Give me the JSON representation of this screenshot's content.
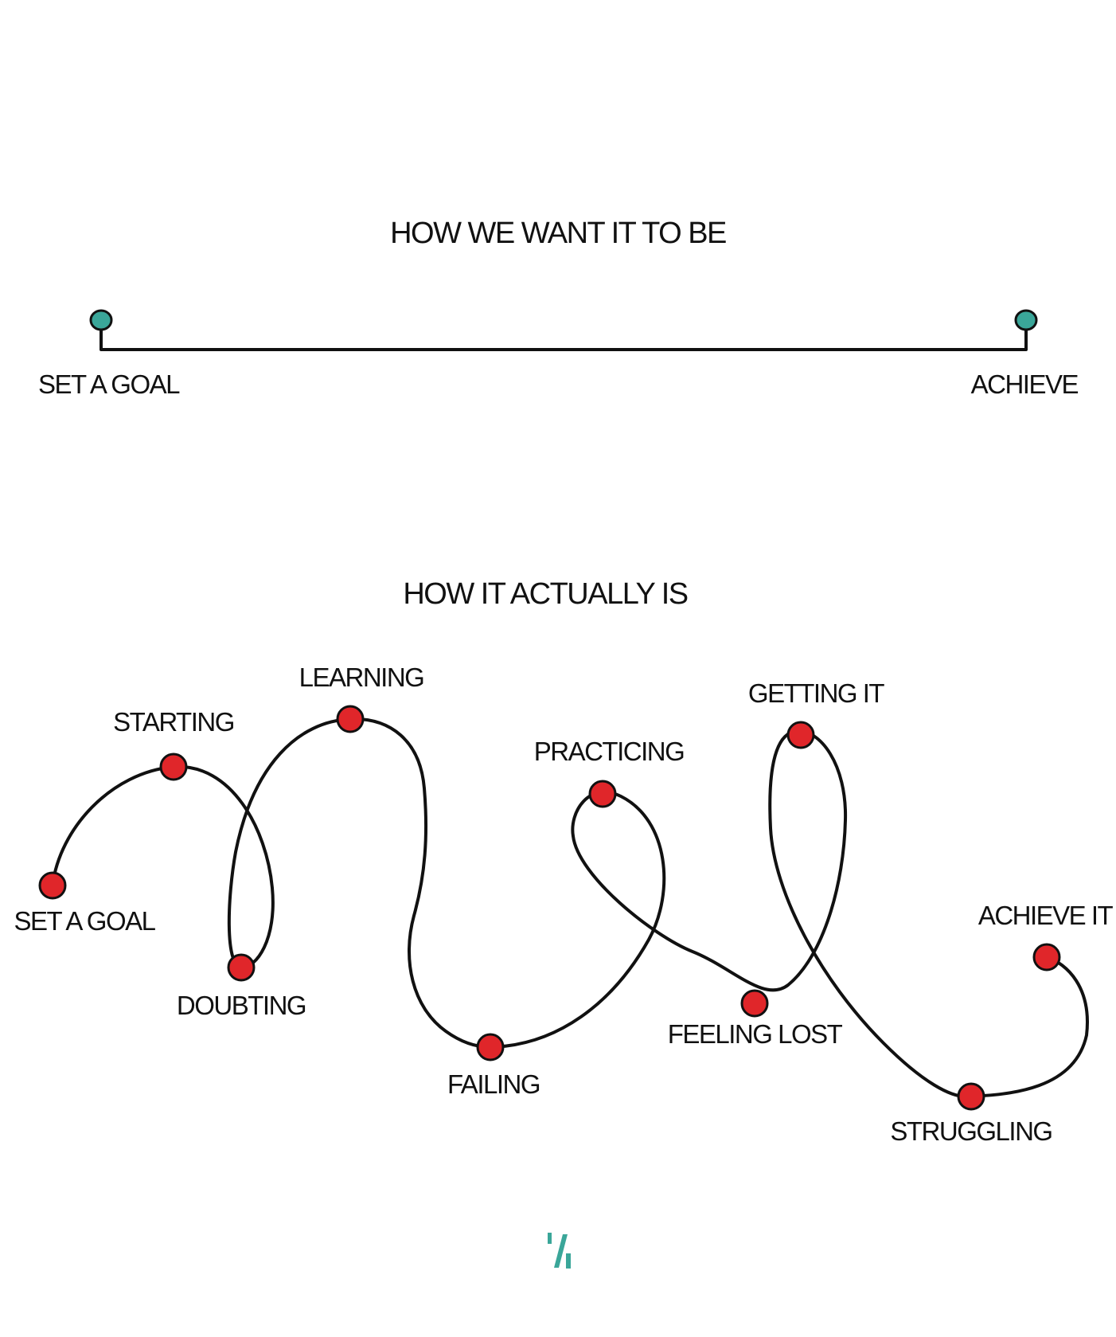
{
  "ideal": {
    "title": "HOW WE WANT IT TO BE",
    "start_label": "SET A GOAL",
    "end_label": "ACHIEVE",
    "pin_color": "#3aa699"
  },
  "actual": {
    "title": "HOW IT ACTUALLY IS",
    "dot_color": "#e0262a",
    "stages": [
      {
        "label": "SET A GOAL"
      },
      {
        "label": "STARTING"
      },
      {
        "label": "DOUBTING"
      },
      {
        "label": "LEARNING"
      },
      {
        "label": "FAILING"
      },
      {
        "label": "PRACTICING"
      },
      {
        "label": "FEELING LOST"
      },
      {
        "label": "GETTING IT"
      },
      {
        "label": "STRUGGLING"
      },
      {
        "label": "ACHIEVE IT"
      }
    ]
  },
  "logo": {
    "color": "#3aa699"
  }
}
